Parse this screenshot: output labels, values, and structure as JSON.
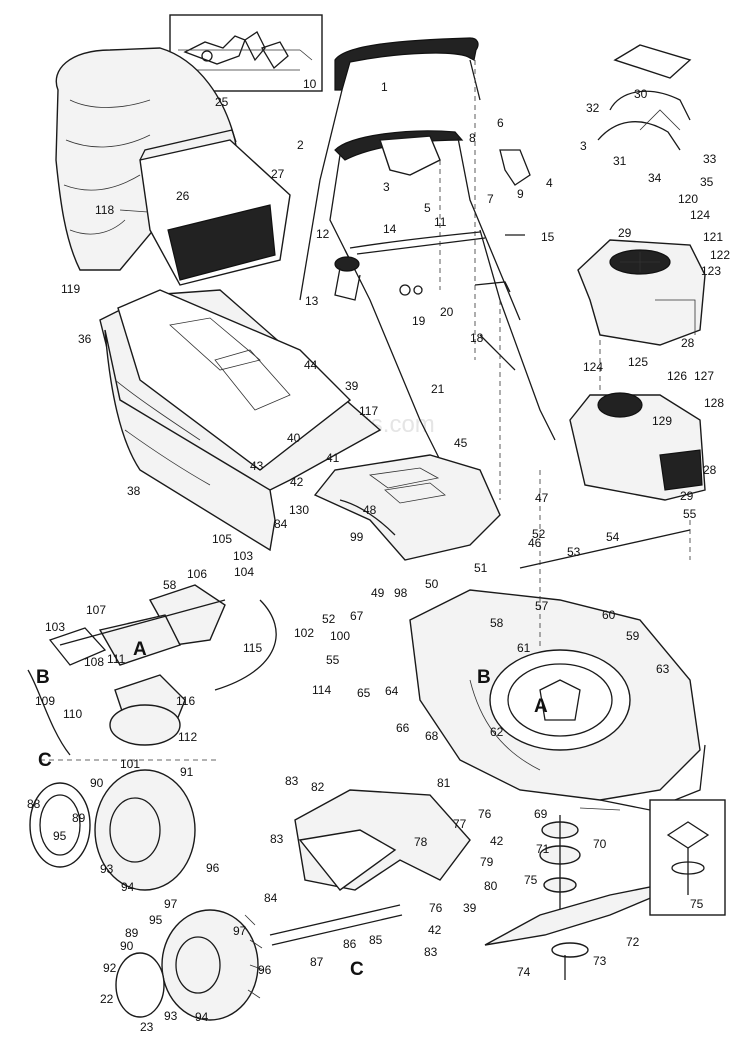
{
  "diagram": {
    "watermark": "eReplacementParts.com",
    "big_letters": [
      "A",
      "B",
      "C"
    ],
    "callouts": {
      "p1": "1",
      "p2": "2",
      "p3a": "3",
      "p3b": "3",
      "p4": "4",
      "p5": "5",
      "p6": "6",
      "p7": "7",
      "p8": "8",
      "p9": "9",
      "p10": "10",
      "p11": "11",
      "p12": "12",
      "p13": "13",
      "p14": "14",
      "p15": "15",
      "p18": "18",
      "p19": "19",
      "p20": "20",
      "p21": "21",
      "p22": "22",
      "p23": "23",
      "p25": "25",
      "p26": "26",
      "p27": "27",
      "p28a": "28",
      "p28b": "28",
      "p29a": "29",
      "p29b": "29",
      "p30": "30",
      "p31": "31",
      "p32": "32",
      "p33": "33",
      "p34": "34",
      "p35": "35",
      "p36": "36",
      "p38": "38",
      "p39a": "39",
      "p39b": "39",
      "p40": "40",
      "p41": "41",
      "p42a": "42",
      "p42b": "42",
      "p42c": "42",
      "p43": "43",
      "p44": "44",
      "p45": "45",
      "p46": "46",
      "p47": "47",
      "p48": "48",
      "p49": "49",
      "p50": "50",
      "p51": "51",
      "p52a": "52",
      "p52b": "52",
      "p53": "53",
      "p54": "54",
      "p55a": "55",
      "p55b": "55",
      "p57": "57",
      "p58a": "58",
      "p58b": "58",
      "p59": "59",
      "p60": "60",
      "p61": "61",
      "p62": "62",
      "p63": "63",
      "p64": "64",
      "p65": "65",
      "p66": "66",
      "p67": "67",
      "p68": "68",
      "p69": "69",
      "p70": "70",
      "p71": "71",
      "p72": "72",
      "p73": "73",
      "p74": "74",
      "p75a": "75",
      "p75b": "75",
      "p76a": "76",
      "p76b": "76",
      "p77": "77",
      "p78": "78",
      "p79": "79",
      "p80": "80",
      "p81": "81",
      "p82": "82",
      "p83a": "83",
      "p83b": "83",
      "p83c": "83",
      "p84a": "84",
      "p84b": "84",
      "p85": "85",
      "p86": "86",
      "p87": "87",
      "p88": "88",
      "p89a": "89",
      "p89b": "89",
      "p90a": "90",
      "p90b": "90",
      "p91": "91",
      "p92": "92",
      "p93a": "93",
      "p93b": "93",
      "p94a": "94",
      "p94b": "94",
      "p95a": "95",
      "p95b": "95",
      "p96a": "96",
      "p96b": "96",
      "p97a": "97",
      "p97b": "97",
      "p98": "98",
      "p99": "99",
      "p100": "100",
      "p101": "101",
      "p102": "102",
      "p103a": "103",
      "p103b": "103",
      "p104": "104",
      "p105": "105",
      "p106": "106",
      "p107": "107",
      "p108": "108",
      "p109": "109",
      "p110": "110",
      "p111": "111",
      "p112": "112",
      "p114": "114",
      "p115": "115",
      "p116": "116",
      "p117": "117",
      "p118": "118",
      "p119": "119",
      "p120": "120",
      "p121": "121",
      "p122": "122",
      "p123": "123",
      "p124a": "124",
      "p124b": "124",
      "p125": "125",
      "p126": "126",
      "p127": "127",
      "p128": "128",
      "p129": "129",
      "p130": "130"
    }
  }
}
